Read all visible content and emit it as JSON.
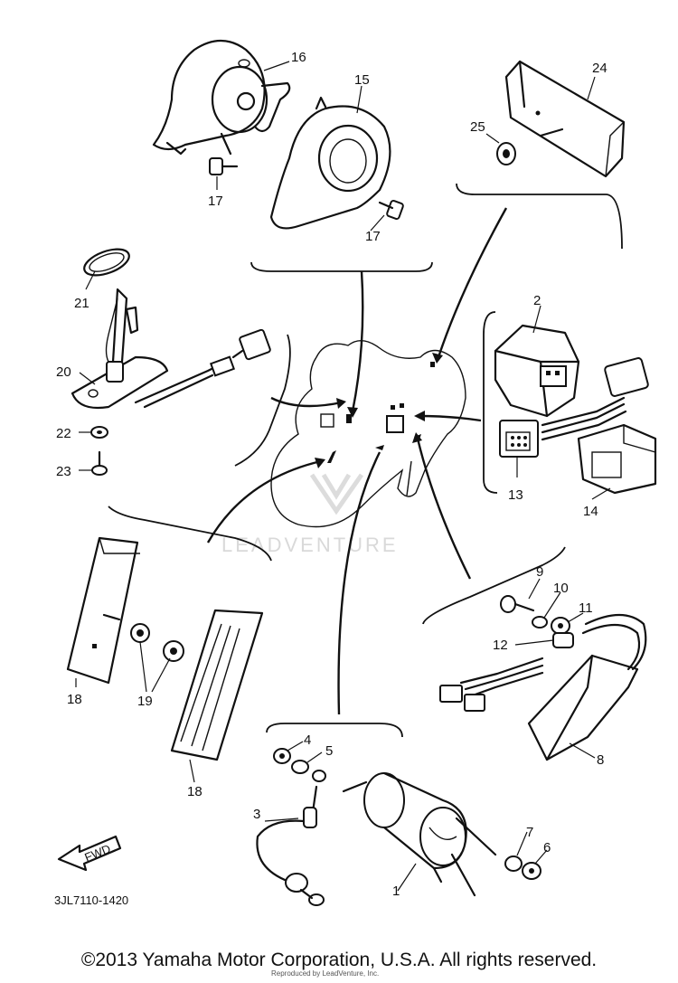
{
  "diagram": {
    "diagram_code": "3JL7110-1420",
    "fwd_label": "FWD",
    "watermark": "LEADVENTURE",
    "callouts": [
      {
        "id": "c1",
        "label": "1"
      },
      {
        "id": "c2",
        "label": "2"
      },
      {
        "id": "c3",
        "label": "3"
      },
      {
        "id": "c4",
        "label": "4"
      },
      {
        "id": "c5",
        "label": "5"
      },
      {
        "id": "c6",
        "label": "6"
      },
      {
        "id": "c7",
        "label": "7"
      },
      {
        "id": "c8",
        "label": "8"
      },
      {
        "id": "c9",
        "label": "9"
      },
      {
        "id": "c10",
        "label": "10"
      },
      {
        "id": "c11",
        "label": "11"
      },
      {
        "id": "c12",
        "label": "12"
      },
      {
        "id": "c13",
        "label": "13"
      },
      {
        "id": "c14",
        "label": "14"
      },
      {
        "id": "c15",
        "label": "15"
      },
      {
        "id": "c16",
        "label": "16"
      },
      {
        "id": "c17a",
        "label": "17"
      },
      {
        "id": "c17b",
        "label": "17"
      },
      {
        "id": "c18a",
        "label": "18"
      },
      {
        "id": "c18b",
        "label": "18"
      },
      {
        "id": "c19",
        "label": "19"
      },
      {
        "id": "c20",
        "label": "20"
      },
      {
        "id": "c21",
        "label": "21"
      },
      {
        "id": "c22",
        "label": "22"
      },
      {
        "id": "c23",
        "label": "23"
      },
      {
        "id": "c24",
        "label": "24"
      },
      {
        "id": "c25",
        "label": "25"
      }
    ]
  },
  "footer": {
    "copyright": "©2013 Yamaha Motor Corporation, U.S.A. All rights reserved.",
    "reproduced": "Reproduced by LeadVenture, Inc."
  }
}
